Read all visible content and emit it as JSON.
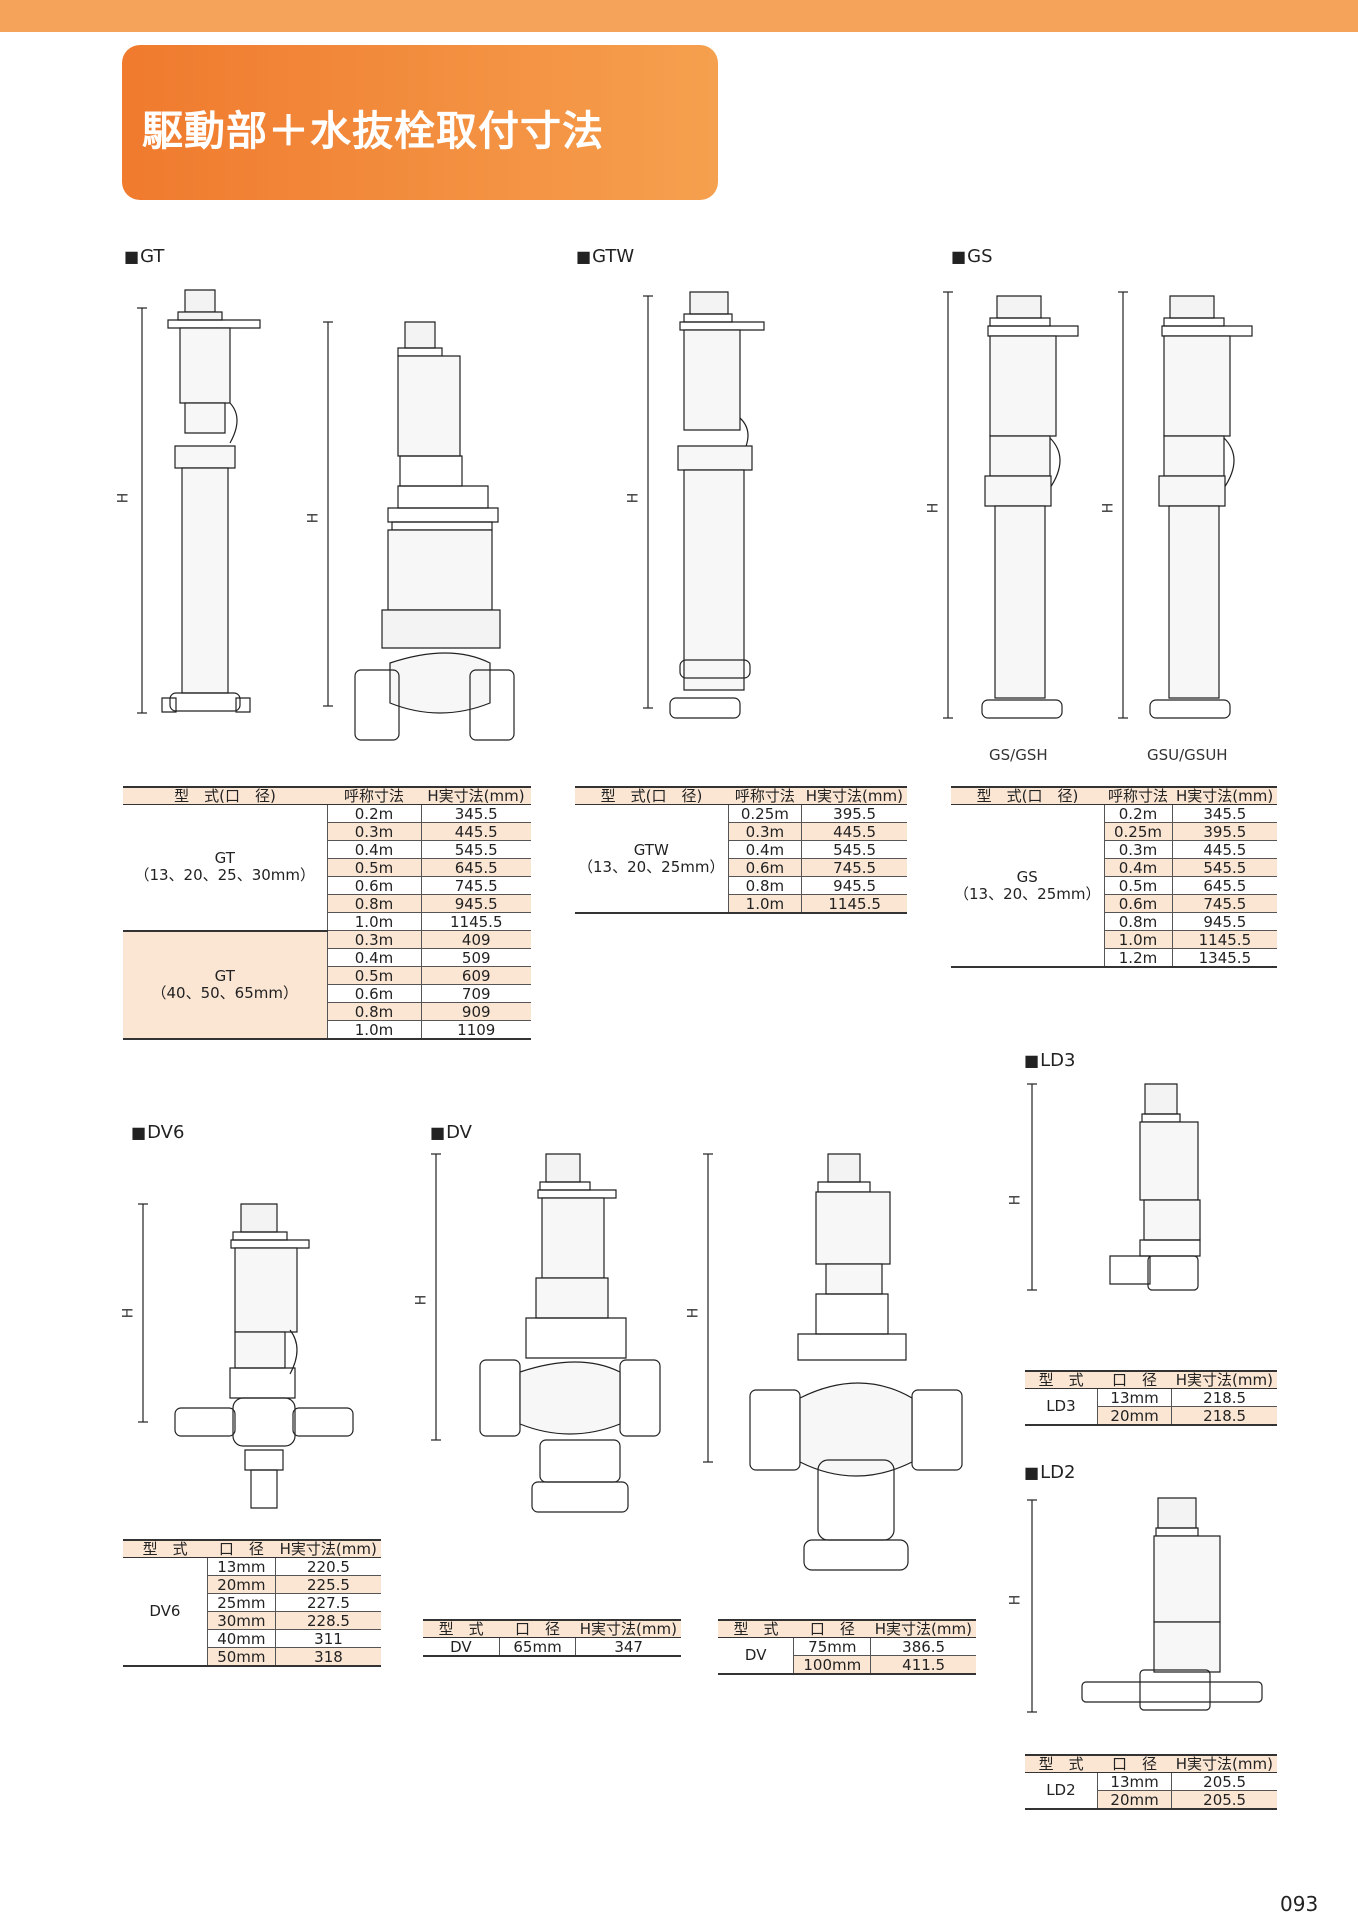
{
  "title": "駆動部＋水抜栓取付寸法",
  "page_number": "093",
  "dim_label": "H",
  "sections": {
    "gt": "GT",
    "gtw": "GTW",
    "gs": "GS",
    "ld3": "LD3",
    "dv6": "DV6",
    "dv": "DV",
    "ld2": "LD2"
  },
  "gs_sublabels": [
    "GS/GSH",
    "GSU/GSUH"
  ],
  "tables": {
    "headers_size": [
      "型　式(口　径)",
      "呼称寸法",
      "H実寸法(mm)"
    ],
    "headers_port": [
      "型　式",
      "口　径",
      "H実寸法(mm)"
    ],
    "gt": {
      "group1": [
        "GT",
        "（13、20、25、30mm）"
      ],
      "group2": [
        "GT",
        "（40、50、65mm）"
      ],
      "rows1": [
        [
          "0.2m",
          "345.5"
        ],
        [
          "0.3m",
          "445.5"
        ],
        [
          "0.4m",
          "545.5"
        ],
        [
          "0.5m",
          "645.5"
        ],
        [
          "0.6m",
          "745.5"
        ],
        [
          "0.8m",
          "945.5"
        ],
        [
          "1.0m",
          "1145.5"
        ]
      ],
      "rows2": [
        [
          "0.3m",
          "409"
        ],
        [
          "0.4m",
          "509"
        ],
        [
          "0.5m",
          "609"
        ],
        [
          "0.6m",
          "709"
        ],
        [
          "0.8m",
          "909"
        ],
        [
          "1.0m",
          "1109"
        ]
      ]
    },
    "gtw": {
      "group": [
        "GTW",
        "（13、20、25mm）"
      ],
      "rows": [
        [
          "0.25m",
          "395.5"
        ],
        [
          "0.3m",
          "445.5"
        ],
        [
          "0.4m",
          "545.5"
        ],
        [
          "0.6m",
          "745.5"
        ],
        [
          "0.8m",
          "945.5"
        ],
        [
          "1.0m",
          "1145.5"
        ]
      ]
    },
    "gs": {
      "group": [
        "GS",
        "（13、20、25mm）"
      ],
      "rows": [
        [
          "0.2m",
          "345.5"
        ],
        [
          "0.25m",
          "395.5"
        ],
        [
          "0.3m",
          "445.5"
        ],
        [
          "0.4m",
          "545.5"
        ],
        [
          "0.5m",
          "645.5"
        ],
        [
          "0.6m",
          "745.5"
        ],
        [
          "0.8m",
          "945.5"
        ],
        [
          "1.0m",
          "1145.5"
        ],
        [
          "1.2m",
          "1345.5"
        ]
      ]
    },
    "ld3": {
      "model": "LD3",
      "rows": [
        [
          "13mm",
          "218.5"
        ],
        [
          "20mm",
          "218.5"
        ]
      ]
    },
    "ld2": {
      "model": "LD2",
      "rows": [
        [
          "13mm",
          "205.5"
        ],
        [
          "20mm",
          "205.5"
        ]
      ]
    },
    "dv6": {
      "model": "DV6",
      "rows": [
        [
          "13mm",
          "220.5"
        ],
        [
          "20mm",
          "225.5"
        ],
        [
          "25mm",
          "227.5"
        ],
        [
          "30mm",
          "228.5"
        ],
        [
          "40mm",
          "311"
        ],
        [
          "50mm",
          "318"
        ]
      ]
    },
    "dv_a": {
      "model": "DV",
      "rows": [
        [
          "65mm",
          "347"
        ]
      ]
    },
    "dv_b": {
      "model": "DV",
      "rows": [
        [
          "75mm",
          "386.5"
        ],
        [
          "100mm",
          "411.5"
        ]
      ]
    }
  }
}
